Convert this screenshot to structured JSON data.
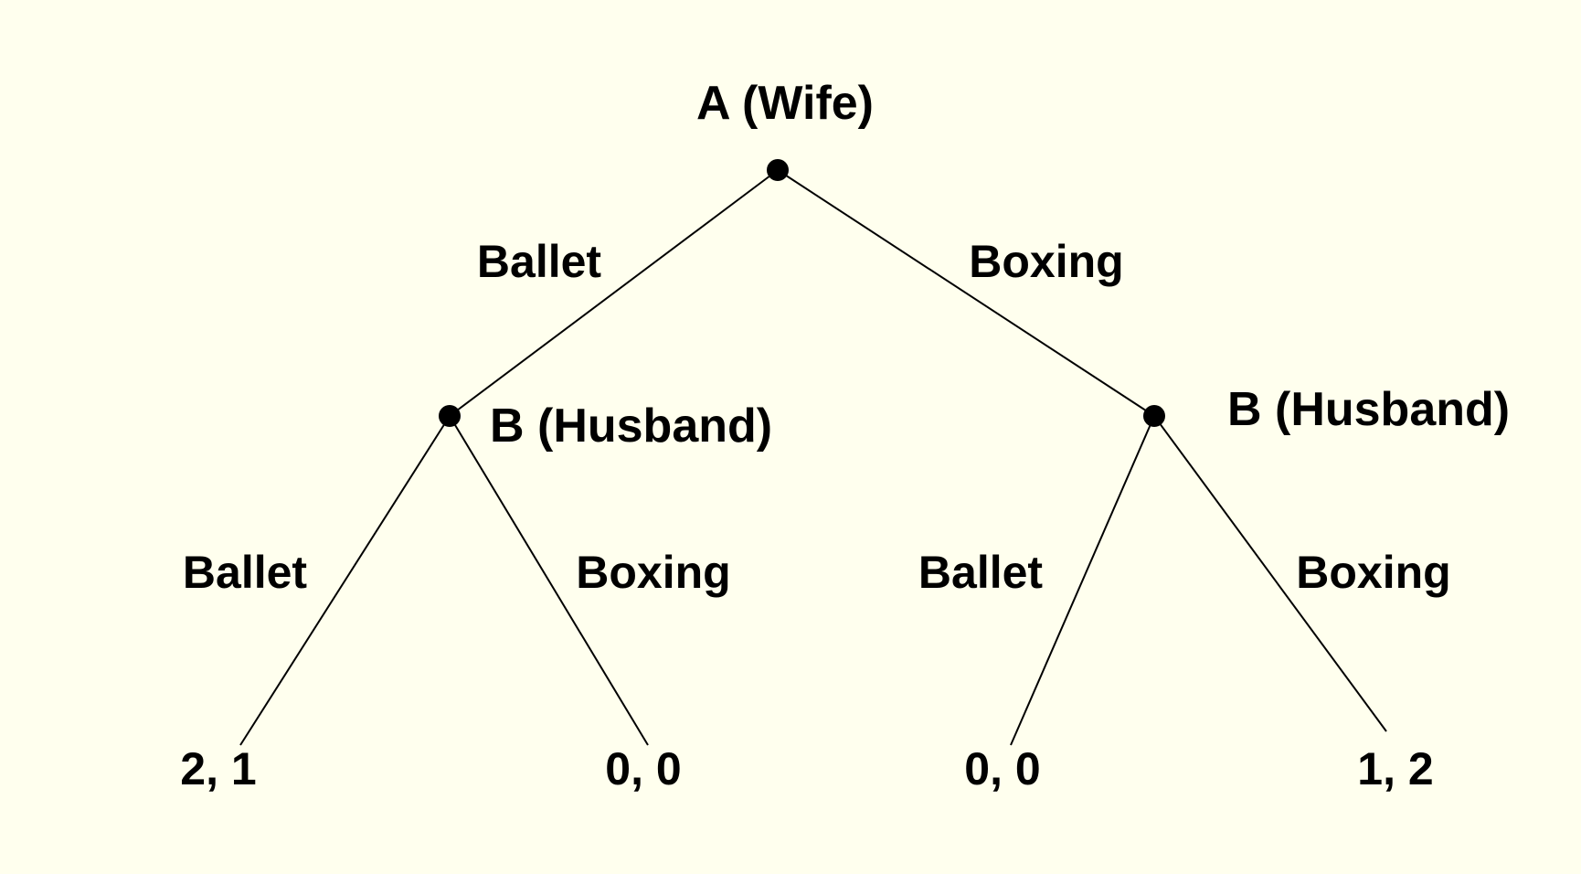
{
  "background_color": "#ffffee",
  "ink_color": "#000000",
  "players": {
    "root": "A (Wife)",
    "left": "B (Husband)",
    "right": "B (Husband)"
  },
  "actions": {
    "root_left": "Ballet",
    "root_right": "Boxing",
    "left_left": "Ballet",
    "left_right": "Boxing",
    "right_left": "Ballet",
    "right_right": "Boxing"
  },
  "payoffs": {
    "ballet_ballet": "2, 1",
    "ballet_boxing": "0, 0",
    "boxing_ballet": "0, 0",
    "boxing_boxing": "1, 2"
  }
}
